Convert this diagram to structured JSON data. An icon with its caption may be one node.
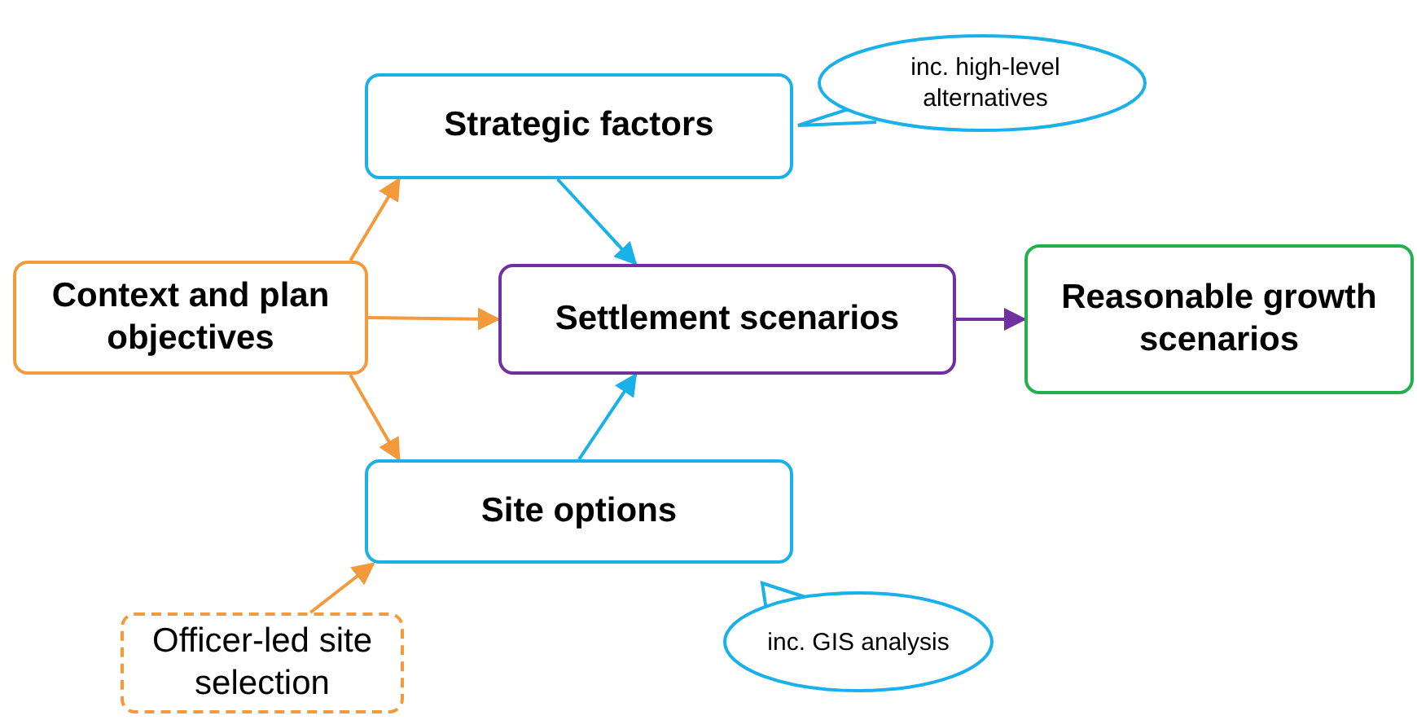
{
  "diagram": {
    "nodes": [
      {
        "text": [
          "Context and plan objectives"
        ]
      },
      {
        "text": [
          "Strategic factors"
        ]
      },
      {
        "text": [
          "inc. high-level alternatives"
        ]
      },
      {
        "text": [
          "Settlement scenarios"
        ]
      },
      {
        "text": [
          "Reasonable growth scenarios"
        ]
      },
      {
        "text": [
          "Site options"
        ]
      },
      {
        "text": [
          "inc. GIS analysis"
        ]
      },
      {
        "text": [
          "Officer-led site selection"
        ]
      }
    ],
    "edges": [
      {
        "from": 0,
        "to": 1,
        "arrow": "to"
      },
      {
        "from": 0,
        "to": 3,
        "arrow": "to"
      },
      {
        "from": 0,
        "to": 5,
        "arrow": "to"
      },
      {
        "from": 1,
        "to": 3,
        "arrow": "to",
        "color": "#1ab0e8"
      },
      {
        "from": 5,
        "to": 3,
        "arrow": "to",
        "color": "#1ab0e8"
      },
      {
        "from": 3,
        "to": 4,
        "arrow": "to",
        "color": "#7030a0"
      },
      {
        "from": 7,
        "to": 5,
        "arrow": "to"
      }
    ]
  }
}
